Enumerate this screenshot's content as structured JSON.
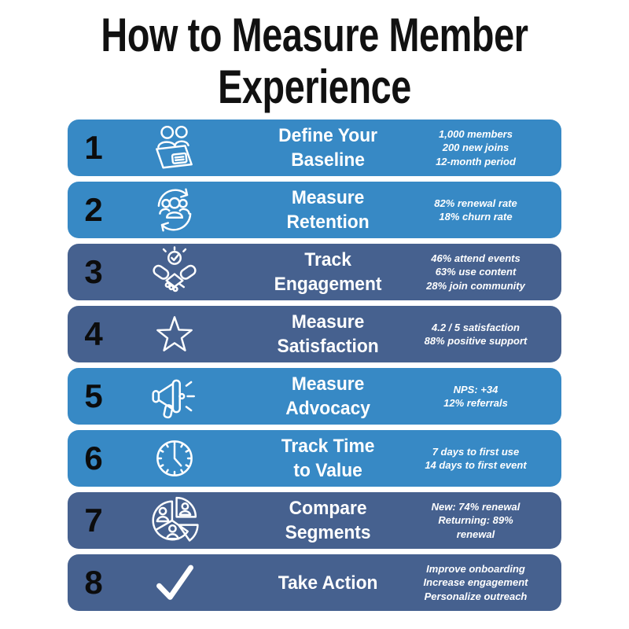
{
  "title": {
    "line1": "How to Measure Member",
    "line2": "Experience"
  },
  "colors": {
    "background": "#ffffff",
    "row_bright": "#3789c5",
    "row_dark": "#46618f",
    "row_text": "#ffffff",
    "number_color": "#0c0c0c",
    "title_color": "#111111"
  },
  "rows": [
    {
      "number": "1",
      "icon": "folder-people-icon",
      "theme": "bright",
      "title_lines": [
        "Define Your",
        "Baseline"
      ],
      "stats": [
        "1,000 members",
        "200 new joins",
        "12-month period"
      ]
    },
    {
      "number": "2",
      "icon": "retention-cycle-icon",
      "theme": "bright",
      "title_lines": [
        "Measure",
        "Retention"
      ],
      "stats": [
        "82% renewal rate",
        "18% churn rate"
      ]
    },
    {
      "number": "3",
      "icon": "handshake-check-icon",
      "theme": "dark",
      "title_lines": [
        "Track",
        "Engagement"
      ],
      "stats": [
        "46% attend events",
        "63% use content",
        "28% join community"
      ]
    },
    {
      "number": "4",
      "icon": "star-icon",
      "theme": "dark",
      "title_lines": [
        "Measure",
        "Satisfaction"
      ],
      "stats": [
        "4.2 / 5 satisfaction",
        "88% positive support"
      ]
    },
    {
      "number": "5",
      "icon": "megaphone-icon",
      "theme": "bright",
      "title_lines": [
        "Measure",
        "Advocacy"
      ],
      "stats": [
        "NPS: +34",
        "12% referrals"
      ]
    },
    {
      "number": "6",
      "icon": "clock-icon",
      "theme": "bright",
      "title_lines": [
        "Track Time",
        "to Value"
      ],
      "stats": [
        "7 days to first use",
        "14 days to first event"
      ]
    },
    {
      "number": "7",
      "icon": "pie-segments-icon",
      "theme": "dark",
      "title_lines": [
        "Compare",
        "Segments"
      ],
      "stats": [
        "New: 74% renewal",
        "Returning: 89%",
        "renewal"
      ]
    },
    {
      "number": "8",
      "icon": "checkmark-icon",
      "theme": "dark",
      "title_lines": [
        "Take Action"
      ],
      "stats": [
        "Improve onboarding",
        "Increase engagement",
        "Personalize outreach"
      ]
    }
  ]
}
